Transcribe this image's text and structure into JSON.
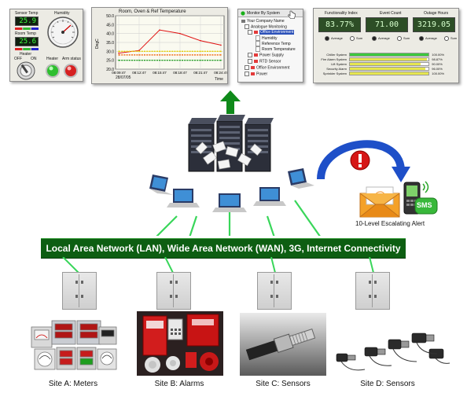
{
  "panel_meters": {
    "sensor_temp_label": "Sensor Temp",
    "sensor_temp_value": "25.9",
    "room_temp_label": "Room Temp",
    "room_temp_value": "25.6",
    "humidity_label": "Humidity",
    "heater_label": "Heater",
    "off_label": "OFF",
    "on_label": "ON",
    "heater_lamp_label": "Heater",
    "arm_status_label": "Arm status"
  },
  "panel_chart": {
    "title": "Room, Oven & Ref Temperature",
    "date": "28/07/05",
    "time_label": "Time",
    "ylabel": "DegC"
  },
  "chart_data": {
    "type": "line",
    "title": "Room, Oven & Ref Temperature",
    "xlabel": "Time",
    "ylabel": "DegC",
    "x": [
      "08:09:47",
      "08:12:47",
      "08:15:47",
      "08:18:47",
      "08:21:47",
      "08:24:47"
    ],
    "ylim": [
      20.0,
      50.0
    ],
    "yticks": [
      "50.0",
      "45.0",
      "40.0",
      "35.0",
      "30.0",
      "25.0",
      "20.0"
    ],
    "grid": true,
    "series": [
      {
        "color": "#e01010",
        "values": [
          29.0,
          30.5,
          42.0,
          40.0,
          36.0,
          33.5
        ]
      },
      {
        "color": "#e8d200",
        "values": [
          30.0,
          30.0,
          30.0,
          30.0,
          30.0,
          30.0
        ]
      },
      {
        "color": "#f07020",
        "values": [
          28.0,
          28.0,
          28.0,
          28.0,
          28.0,
          28.0
        ]
      },
      {
        "color": "#20a020",
        "values": [
          25.0,
          25.0,
          25.0,
          25.0,
          25.0,
          25.0
        ]
      }
    ]
  },
  "panel_tree": {
    "title": "Monitor By System",
    "items": [
      "Your Company Name",
      "Analogue Monitoring",
      "Office Environment",
      "Humidity",
      "Reference Temp",
      "Room Temperature",
      "Power Supply",
      "RTD Sensor",
      "Office Environment",
      "Power"
    ]
  },
  "panel_indicators": {
    "headers": [
      "Functionality Index",
      "Event Count",
      "Outage Hours"
    ],
    "values": [
      "83.77%",
      "71.00",
      "3219.05"
    ],
    "radio_labels": [
      "Average",
      "Sum"
    ],
    "rows": [
      {
        "label": "Chiller System",
        "value": "100.00%",
        "fill": 1.0,
        "color": "#3cc83c"
      },
      {
        "label": "Fire Alarm System",
        "value": "98.87%",
        "fill": 0.98,
        "color": "#e6e650"
      },
      {
        "label": "Lift System",
        "value": "90.00%",
        "fill": 0.9,
        "color": "#e6e650"
      },
      {
        "label": "Security Alarm",
        "value": "96.00%",
        "fill": 0.96,
        "color": "#e6e650"
      },
      {
        "label": "Sprinkler System",
        "value": "100.00%",
        "fill": 1.0,
        "color": "#e6e650"
      }
    ]
  },
  "alert_label": "10-Level Escalating Alert",
  "sms_label": "SMS",
  "banner_text": "Local Area Network (LAN), Wide Area Network (WAN), 3G, Internet Connectivity",
  "sites": [
    "Site A: Meters",
    "Site B: Alarms",
    "Site C: Sensors",
    "Site D: Sensors"
  ]
}
